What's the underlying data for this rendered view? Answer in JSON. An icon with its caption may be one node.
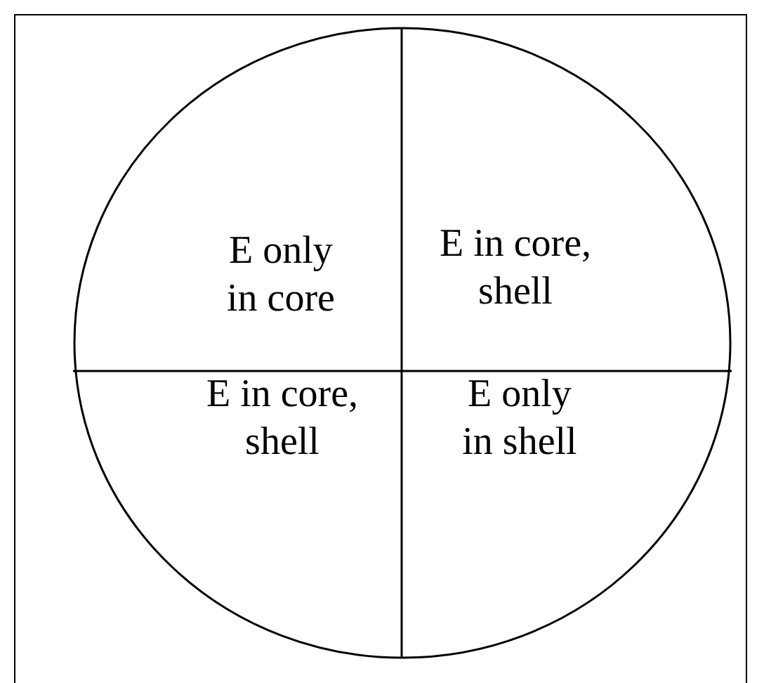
{
  "diagram": {
    "nodes": [
      {
        "text": [],
        "shape": "circle"
      },
      {
        "text": [
          "E only in core"
        ],
        "in": 0
      },
      {
        "text": [
          "E in core, shell"
        ],
        "in": 0
      },
      {
        "text": [
          "E in core, shell"
        ],
        "in": 0
      },
      {
        "text": [
          "E only in shell"
        ],
        "in": 0
      }
    ]
  }
}
